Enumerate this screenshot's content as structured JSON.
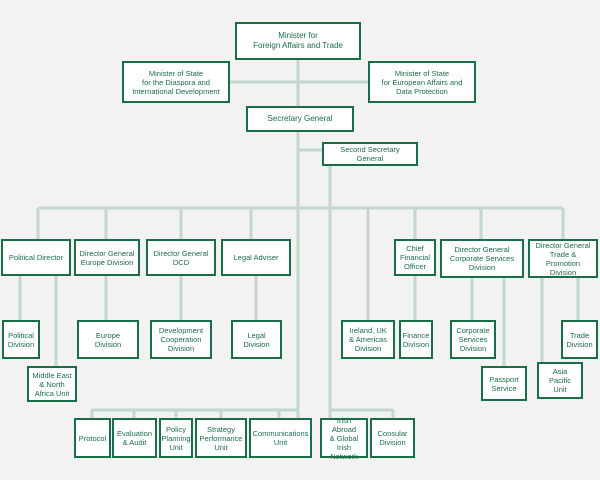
{
  "nodes": [
    {
      "id": "minister",
      "label": "Minister for\nForeign Affairs and Trade"
    },
    {
      "id": "mos-diaspora",
      "label": "Minister of State\nfor the Diaspora and\nInternational Development"
    },
    {
      "id": "mos-europe",
      "label": "Minister of State\nfor European Affairs and\nData Protection"
    },
    {
      "id": "secgen",
      "label": "Secretary General"
    },
    {
      "id": "second-secgen",
      "label": "Second Secretary General"
    },
    {
      "id": "political-director",
      "label": "Political Director"
    },
    {
      "id": "dg-europe",
      "label": "Director General\nEurope Division"
    },
    {
      "id": "dg-dcd",
      "label": "Director General\nDCD"
    },
    {
      "id": "legal-adviser",
      "label": "Legal Adviser"
    },
    {
      "id": "cfo",
      "label": "Chief\nFinancial\nOfficer"
    },
    {
      "id": "dg-corporate",
      "label": "Director General\nCorporate Services\nDivision"
    },
    {
      "id": "dg-trade",
      "label": "Director General\nTrade & Promotion\nDivision"
    },
    {
      "id": "political-division",
      "label": "Political\nDivision"
    },
    {
      "id": "mena",
      "label": "Middle East\n& North\nAfrica Unit"
    },
    {
      "id": "europe-division",
      "label": "Europe\nDivision"
    },
    {
      "id": "dev-coop",
      "label": "Development\nCooperation\nDivision"
    },
    {
      "id": "legal-division",
      "label": "Legal\nDivision"
    },
    {
      "id": "ireland-uk",
      "label": "Ireland, UK\n& Americas\nDivision"
    },
    {
      "id": "finance-division",
      "label": "Finance\nDivision"
    },
    {
      "id": "corporate-services",
      "label": "Corporate\nServices\nDivision"
    },
    {
      "id": "passport",
      "label": "Passport\nService"
    },
    {
      "id": "trade-division",
      "label": "Trade\nDivision"
    },
    {
      "id": "asia-pacific",
      "label": "Asia Pacific\nUnit"
    },
    {
      "id": "protocol",
      "label": "Protocol"
    },
    {
      "id": "evaluation",
      "label": "Evaluation\n& Audit"
    },
    {
      "id": "policy-planning",
      "label": "Policy\nPlanning\nUnit"
    },
    {
      "id": "strategy",
      "label": "Strategy\nPerformance\nUnit"
    },
    {
      "id": "communications",
      "label": "Communications\nUnit"
    },
    {
      "id": "irish-abroad",
      "label": "Irish Abroad\n& Global\nIrish Network"
    },
    {
      "id": "consular",
      "label": "Consular\nDivision"
    }
  ]
}
